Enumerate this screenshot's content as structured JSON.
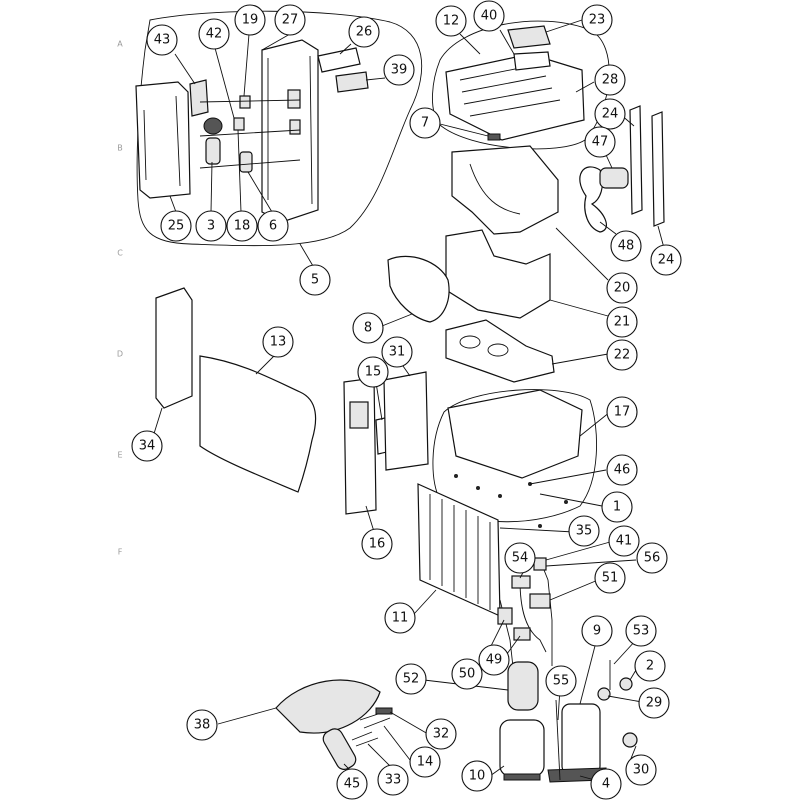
{
  "zone_letters": [
    "A",
    "B",
    "C",
    "D",
    "E",
    "F"
  ],
  "callouts": [
    {
      "id": "c43",
      "label": "43"
    },
    {
      "id": "c42",
      "label": "42"
    },
    {
      "id": "c19",
      "label": "19"
    },
    {
      "id": "c27",
      "label": "27"
    },
    {
      "id": "c26",
      "label": "26"
    },
    {
      "id": "c39",
      "label": "39"
    },
    {
      "id": "c25",
      "label": "25"
    },
    {
      "id": "c3",
      "label": "3"
    },
    {
      "id": "c18",
      "label": "18"
    },
    {
      "id": "c6",
      "label": "6"
    },
    {
      "id": "c5",
      "label": "5"
    },
    {
      "id": "c12",
      "label": "12"
    },
    {
      "id": "c40",
      "label": "40"
    },
    {
      "id": "c23",
      "label": "23"
    },
    {
      "id": "c28",
      "label": "28"
    },
    {
      "id": "c7",
      "label": "7"
    },
    {
      "id": "c24a",
      "label": "24"
    },
    {
      "id": "c47",
      "label": "47"
    },
    {
      "id": "c48",
      "label": "48"
    },
    {
      "id": "c24b",
      "label": "24"
    },
    {
      "id": "c20",
      "label": "20"
    },
    {
      "id": "c21",
      "label": "21"
    },
    {
      "id": "c22",
      "label": "22"
    },
    {
      "id": "c8",
      "label": "8"
    },
    {
      "id": "c13",
      "label": "13"
    },
    {
      "id": "c31",
      "label": "31"
    },
    {
      "id": "c15",
      "label": "15"
    },
    {
      "id": "c34",
      "label": "34"
    },
    {
      "id": "c17",
      "label": "17"
    },
    {
      "id": "c46",
      "label": "46"
    },
    {
      "id": "c1",
      "label": "1"
    },
    {
      "id": "c16",
      "label": "16"
    },
    {
      "id": "c35",
      "label": "35"
    },
    {
      "id": "c41",
      "label": "41"
    },
    {
      "id": "c54",
      "label": "54"
    },
    {
      "id": "c56",
      "label": "56"
    },
    {
      "id": "c51",
      "label": "51"
    },
    {
      "id": "c11",
      "label": "11"
    },
    {
      "id": "c50",
      "label": "50"
    },
    {
      "id": "c49",
      "label": "49"
    },
    {
      "id": "c9",
      "label": "9"
    },
    {
      "id": "c53",
      "label": "53"
    },
    {
      "id": "c2",
      "label": "2"
    },
    {
      "id": "c52",
      "label": "52"
    },
    {
      "id": "c55",
      "label": "55"
    },
    {
      "id": "c29",
      "label": "29"
    },
    {
      "id": "c38",
      "label": "38"
    },
    {
      "id": "c32",
      "label": "32"
    },
    {
      "id": "c14",
      "label": "14"
    },
    {
      "id": "c30",
      "label": "30"
    },
    {
      "id": "c10",
      "label": "10"
    },
    {
      "id": "c45",
      "label": "45"
    },
    {
      "id": "c33",
      "label": "33"
    },
    {
      "id": "c4",
      "label": "4"
    }
  ]
}
